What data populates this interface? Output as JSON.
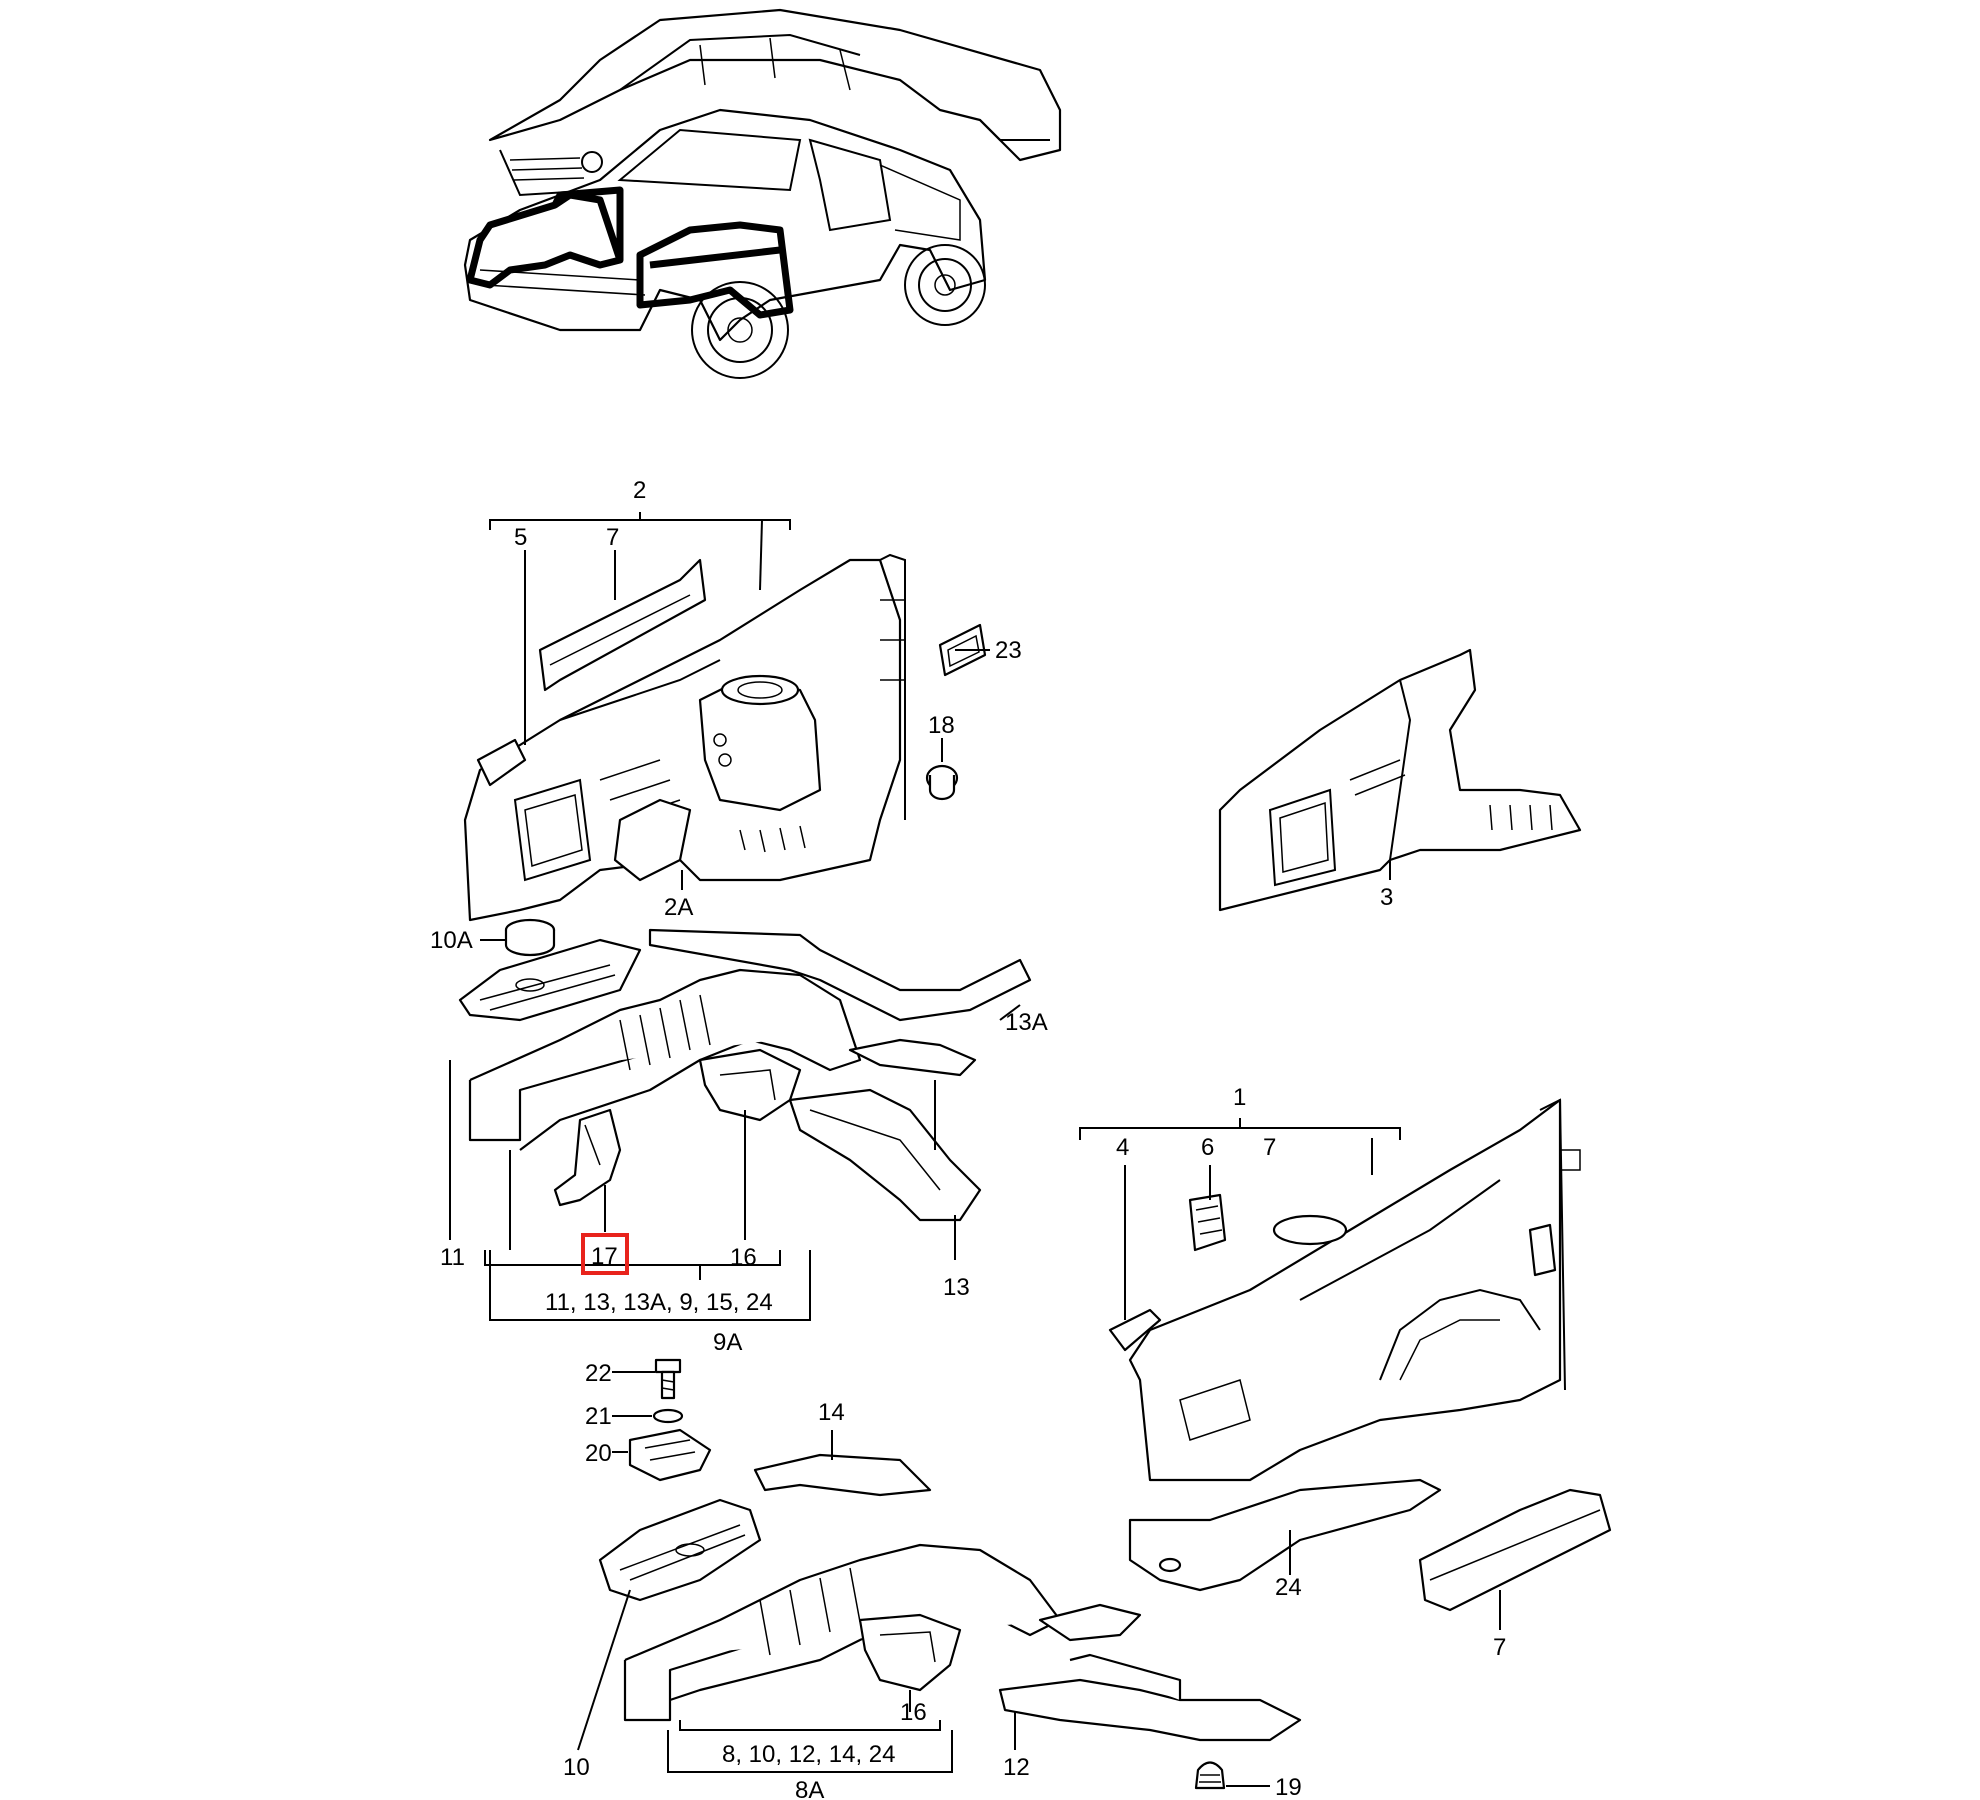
{
  "labels": {
    "l2": "2",
    "l5": "5",
    "l7a": "7",
    "l23": "23",
    "l18": "18",
    "l2A": "2A",
    "l3": "3",
    "l10A": "10A",
    "l13A": "13A",
    "l11": "11",
    "l17": "17",
    "l16a": "16",
    "l13": "13",
    "group9": "11, 13, 13A,  9,  15, 24",
    "l9A": "9A",
    "l1": "1",
    "l4": "4",
    "l6": "6",
    "l7b": "7",
    "l22": "22",
    "l21": "21",
    "l20": "20",
    "l14": "14",
    "l24": "24",
    "l7c": "7",
    "l16b": "16",
    "l10": "10",
    "l12": "12",
    "l19": "19",
    "group8": "8,  10, 12, 14, 24",
    "l8A": "8A"
  },
  "highlight": {
    "color": "#e8231c",
    "label_key": "l17"
  }
}
